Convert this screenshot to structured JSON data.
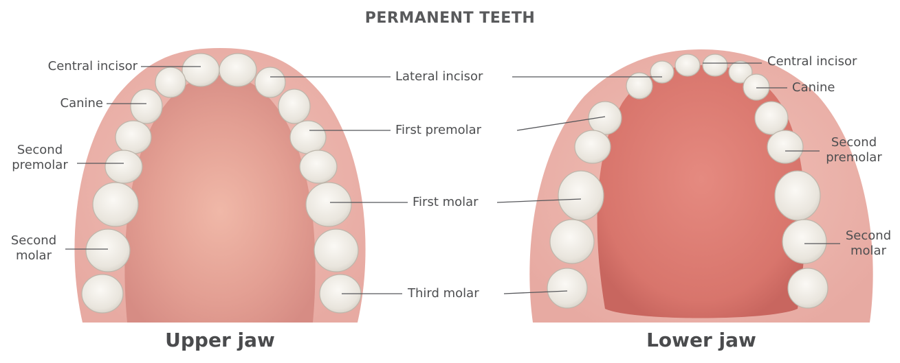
{
  "title": "PERMANENT TEETH",
  "upper_jaw": {
    "caption": "Upper jaw"
  },
  "lower_jaw": {
    "caption": "Lower jaw"
  },
  "labels": {
    "central_incisor_upper": "Central incisor",
    "canine_upper": "Canine",
    "second_premolar_upper": "Second\npremolar",
    "second_molar_upper": "Second\nmolar",
    "lateral_incisor": "Lateral incisor",
    "first_premolar": "First premolar",
    "first_molar": "First molar",
    "third_molar": "Third molar",
    "central_incisor_lower": "Central incisor",
    "canine_lower": "Canine",
    "second_premolar_lower": "Second\npremolar",
    "second_molar_lower": "Second\nmolar"
  },
  "colors": {
    "gum": "#e9a9a0",
    "palate": "#e7a597",
    "tongue": "#dc7a72",
    "tooth": "#f3f0ea",
    "leader": "#55565a"
  }
}
